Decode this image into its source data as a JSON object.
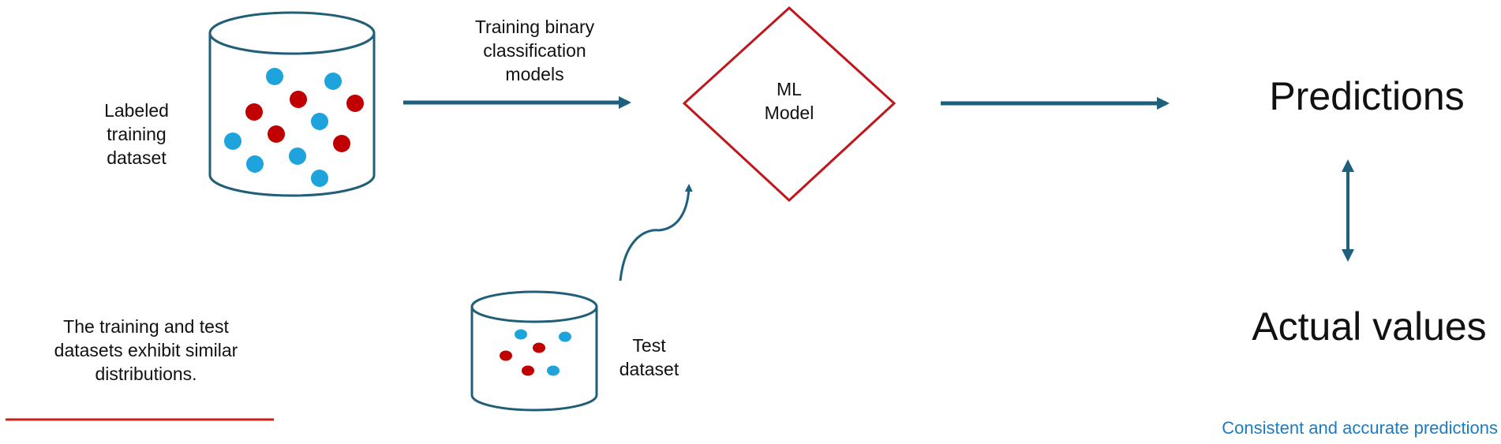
{
  "diagram": {
    "training_dataset_label_lines": [
      "Labeled",
      "training",
      "dataset"
    ],
    "training_arrow_label_lines": [
      "Training binary",
      "classification",
      "models"
    ],
    "model_label_lines": [
      "ML",
      "Model"
    ],
    "test_dataset_label_lines": [
      "Test",
      "dataset"
    ],
    "predictions_label": "Predictions",
    "actual_values_label": "Actual values",
    "distribution_note_lines": [
      "The training and test",
      "datasets exhibit similar",
      "distributions."
    ],
    "result_note": "Consistent and accurate predictions"
  },
  "colors": {
    "stroke": "#215f78",
    "arrow": "#1f5f7e",
    "diamond": "#c0161c",
    "dot_blue": "#1fa3dc",
    "dot_red": "#c00000",
    "note_line": "#c82018",
    "result_note_text": "#1d7bc0",
    "text": "#111111"
  }
}
